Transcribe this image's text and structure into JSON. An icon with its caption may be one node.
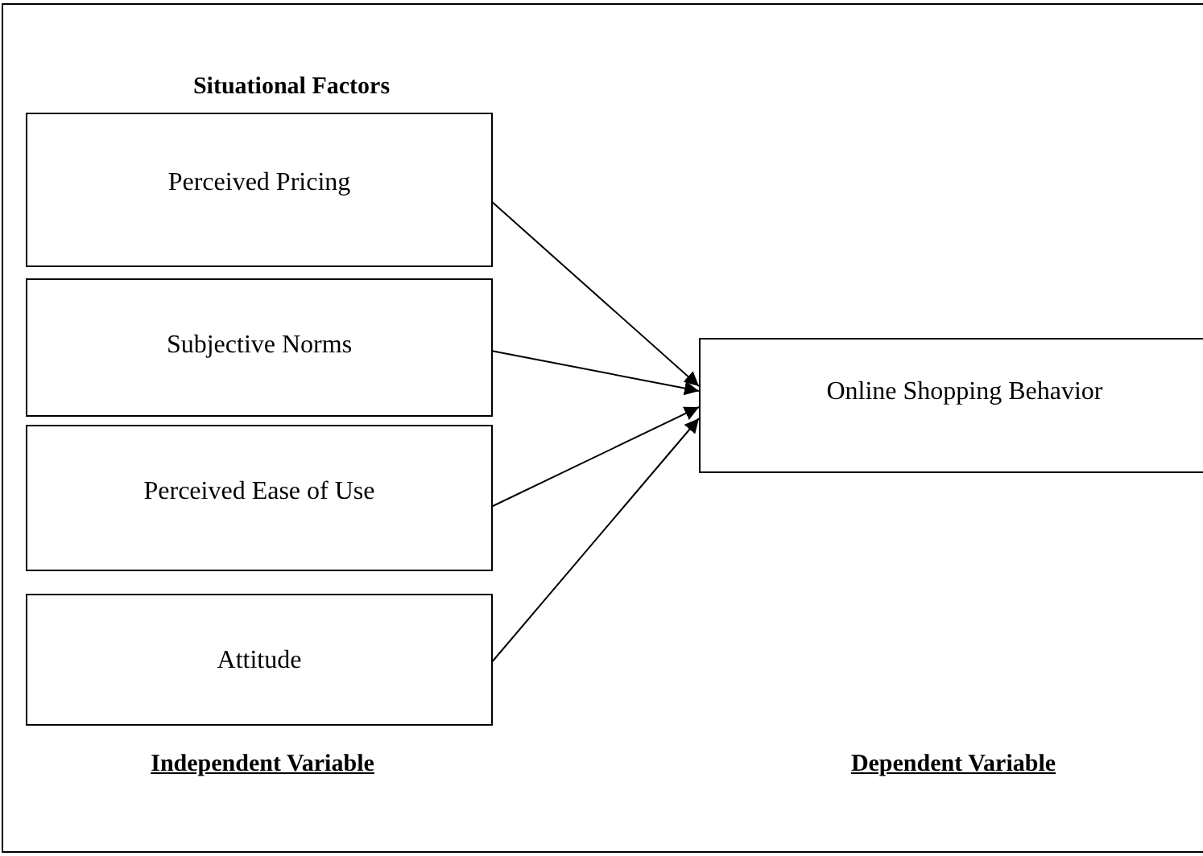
{
  "diagram": {
    "nodes": [
      {
        "text": [
          "Perceived Pricing"
        ]
      },
      {
        "text": [
          "Subjective Norms"
        ]
      },
      {
        "text": [
          "Perceived Ease of Use"
        ]
      },
      {
        "text": [
          "Attitude"
        ]
      },
      {
        "text": [
          "Online Shopping Behavior"
        ]
      }
    ],
    "edges": [
      {
        "from": 0,
        "to": 4,
        "arrow": "to"
      },
      {
        "from": 1,
        "to": 4,
        "arrow": "to"
      },
      {
        "from": 2,
        "to": 4,
        "arrow": "to"
      },
      {
        "from": 3,
        "to": 4,
        "arrow": "to"
      }
    ],
    "labels": [
      "Situational Factors",
      "Independent Variable",
      "Dependent Variable"
    ]
  }
}
